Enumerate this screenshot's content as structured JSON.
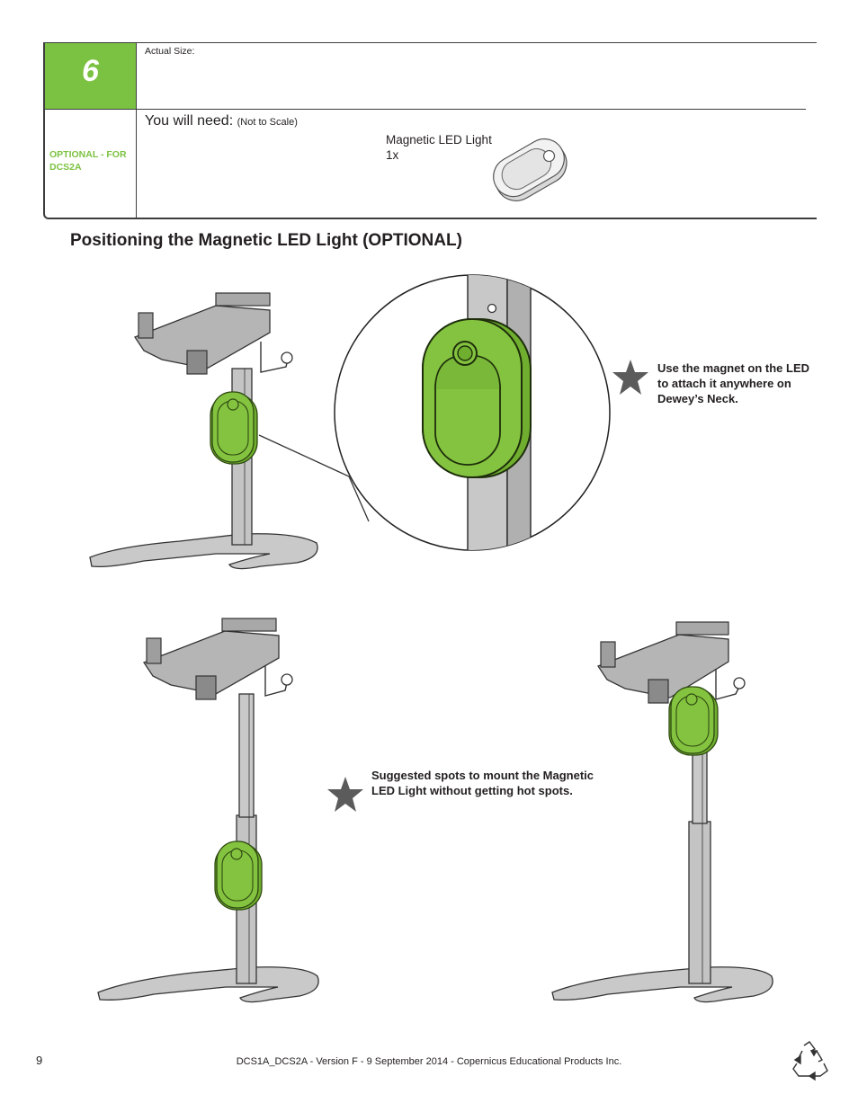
{
  "step": {
    "number": "6",
    "actual_size_label": "Actual Size:",
    "optional_label": "OPTIONAL - FOR DCS2A",
    "you_will_need_label": "You will need:",
    "not_to_scale": "(Not to Scale)",
    "part_name": "Magnetic LED Light",
    "part_quantity": "1x"
  },
  "section_title": "Positioning the Magnetic LED Light (OPTIONAL)",
  "notes": {
    "attach": "Use the magnet on the LED to attach it anywhere on Dewey’s Neck.",
    "spots": "Suggested spots to mount the Magnetic LED Light without getting hot spots."
  },
  "footer": {
    "page_number": "9",
    "doc_info": "DCS1A_DCS2A - Version F - 9 September 2014 - Copernicus Educational Products Inc."
  },
  "icons": [
    "star-icon",
    "recycle-icon"
  ],
  "colors": {
    "accent_green": "#7cc242",
    "led_green": "#84c33f",
    "star_gray": "#5b5b5b"
  }
}
